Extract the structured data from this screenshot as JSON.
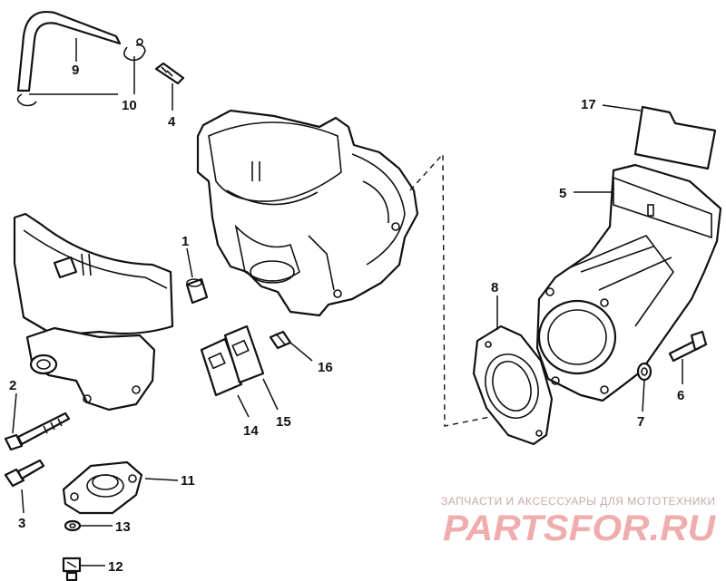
{
  "callouts": [
    "1",
    "2",
    "3",
    "4",
    "5",
    "6",
    "7",
    "8",
    "9",
    "10",
    "11",
    "12",
    "13",
    "14",
    "15",
    "16",
    "17"
  ],
  "watermark": {
    "tagline": "ЗАПЧАСТИ И АКСЕССУАРЫ ДЛЯ МОТОТЕХНИКИ",
    "logo": "PARTSFOR.RU"
  }
}
